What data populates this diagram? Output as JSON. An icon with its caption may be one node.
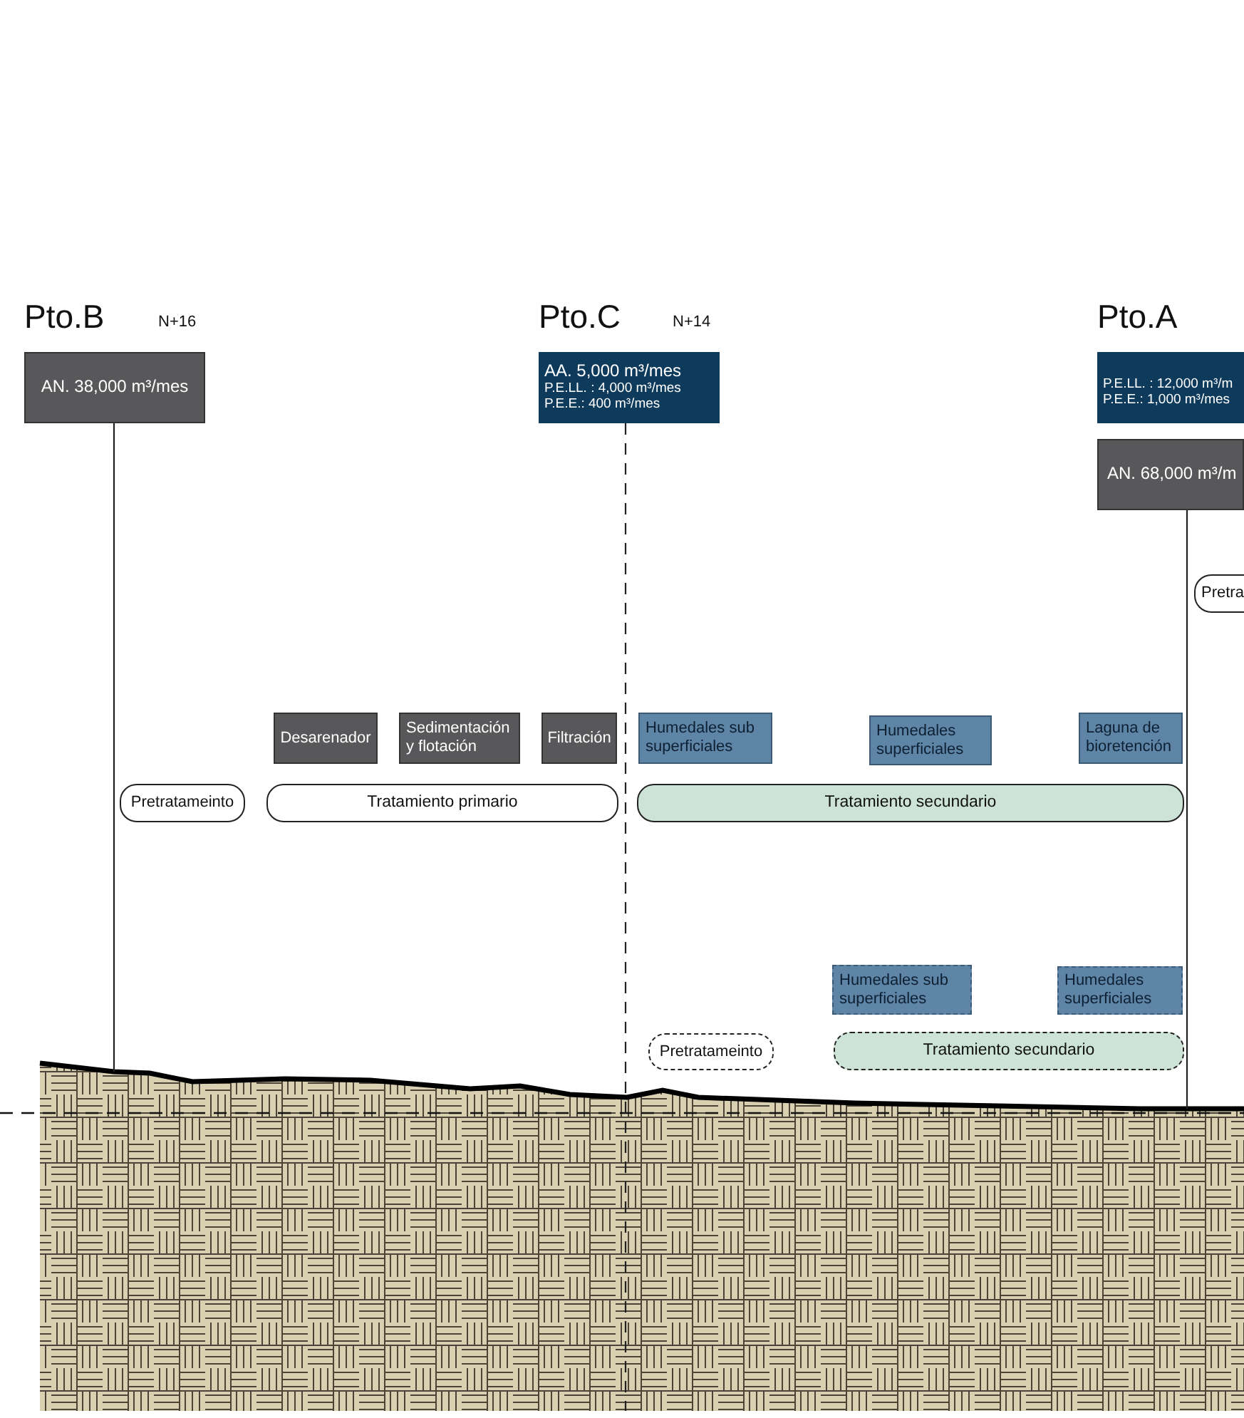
{
  "diagram": {
    "nodes": [
      {
        "text": [
          "Pto.B",
          "AN. 38,000 m³/mes"
        ],
        "beside": [
          "N+16"
        ]
      },
      {
        "text": [
          "Pto.C",
          "AA. 5,000 m³/mes",
          "P.E.LL. : 4,000 m³/mes",
          "P.E.E.: 400 m³/mes"
        ],
        "beside": [
          "N+14"
        ]
      },
      {
        "text": [
          "Pto.A",
          "P.E.LL. : 12,000 m³/m",
          "P.E.E.: 1,000 m³/mes"
        ]
      },
      {
        "text": [
          "AN. 68,000 m³/m"
        ]
      },
      {
        "text": [
          "Pretra"
        ]
      },
      {
        "text": [
          "Desarenador"
        ]
      },
      {
        "text": [
          "Sedimentación y flotación"
        ]
      },
      {
        "text": [
          "Filtración"
        ]
      },
      {
        "text": [
          "Humedales sub superficiales"
        ]
      },
      {
        "text": [
          "Humedales superficiales"
        ]
      },
      {
        "text": [
          "Laguna de bioretención"
        ]
      },
      {
        "text": [
          "Pretratameinto"
        ]
      },
      {
        "text": [
          "Tratamiento primario"
        ]
      },
      {
        "text": [
          "Tratamiento secundario"
        ]
      },
      {
        "text": [
          "Humedales sub superficiales"
        ]
      },
      {
        "text": [
          "Humedales superficiales"
        ]
      },
      {
        "text": [
          "Pretratameinto"
        ]
      },
      {
        "text": [
          "Tratamiento secundario"
        ]
      }
    ],
    "edges": [
      {
        "from": 0,
        "to": null,
        "arrow": "none"
      },
      {
        "from": 1,
        "to": null,
        "arrow": "none",
        "style": "dashed"
      },
      {
        "from": 3,
        "to": null,
        "arrow": "none"
      }
    ]
  }
}
